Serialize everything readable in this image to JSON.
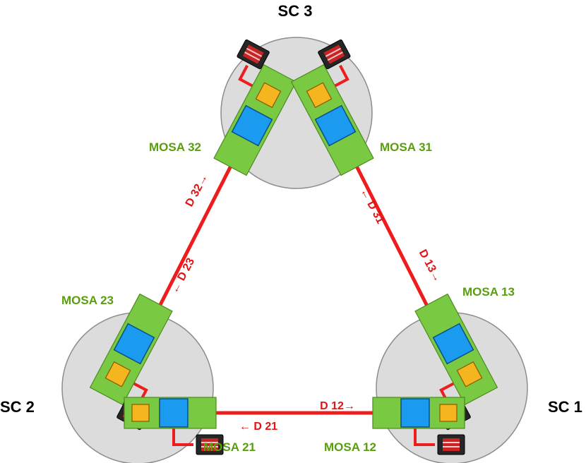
{
  "colors": {
    "spacecraft_fill": "#dcdcdc",
    "spacecraft_stroke": "#8c8c8c",
    "mosa_green": "#7ac943",
    "mosa_green_stroke": "#4e8a1e",
    "mosa_label": "#5a9e0f",
    "telescope_blue": "#1a9bef",
    "optical_bench_orange": "#f5b51f",
    "laser_red": "#ee1c1c",
    "link_label": "#e01414"
  },
  "icons": {
    "laser_head": "laser-icon",
    "telescope": "telescope-icon",
    "optical_bench": "optical-bench-icon"
  },
  "spacecraft": [
    {
      "label": "SC 3"
    },
    {
      "label": "SC 2"
    },
    {
      "label": "SC 1"
    }
  ],
  "mosas": [
    {
      "label": "MOSA 32"
    },
    {
      "label": "MOSA 31"
    },
    {
      "label": "MOSA 23"
    },
    {
      "label": "MOSA 13"
    },
    {
      "label": "MOSA 21"
    },
    {
      "label": "MOSA 12"
    }
  ],
  "links": [
    {
      "label": "D 32→"
    },
    {
      "label": "← D 31"
    },
    {
      "label": "← D 23"
    },
    {
      "label": "D 13→"
    },
    {
      "label": "D 12→"
    },
    {
      "label": "← D 21"
    }
  ]
}
